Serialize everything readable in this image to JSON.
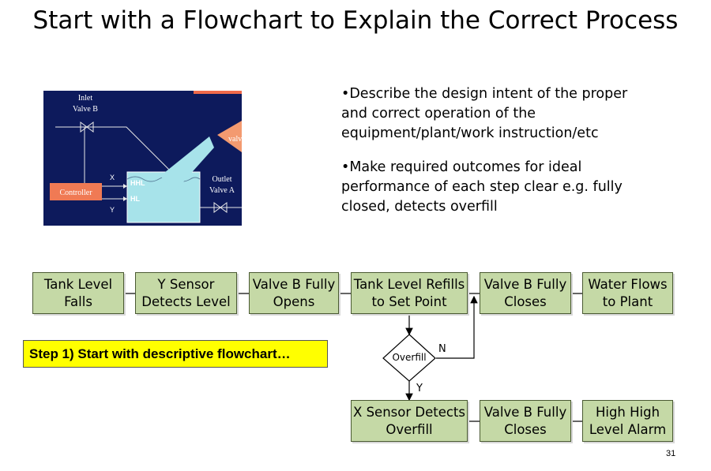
{
  "slide": {
    "title": "Start with a Flowchart to Explain the Correct Process",
    "page_number": "31"
  },
  "bullets": [
    "•Describe the design intent of the proper and correct operation of the equipment/plant/work instruction/etc",
    "•Make required outcomes for ideal performance of each step clear e.g. fully closed, detects overfill"
  ],
  "schematic": {
    "inlet_label_1": "Inlet",
    "inlet_label_2": "Valve B",
    "outlet_label_1": "Outlet",
    "outlet_label_2": "Valve A",
    "controller": "Controller",
    "x_label": "X",
    "y_label": "Y",
    "hhl": "HHL",
    "hl": "HL",
    "callout_fragment": "valv"
  },
  "flow": {
    "tank_level_falls": "Tank Level Falls",
    "y_sensor": "Y Sensor Detects Level",
    "valve_b_opens": "Valve B Fully Opens",
    "tank_refills": "Tank Level Refills to Set Point",
    "valve_b_closes": "Valve B Fully Closes",
    "water_flows": "Water Flows to Plant",
    "overfill": "Overfill",
    "no": "N",
    "yes": "Y",
    "x_sensor": "X Sensor Detects Overfill",
    "valve_b_closes_2": "Valve B Fully Closes",
    "alarm": "High High Level Alarm"
  },
  "callout": {
    "step": "Step 1) Start with descriptive flowchart…"
  },
  "colors": {
    "box_fill": "#c5d9a6",
    "callout_fill": "#ffff00",
    "schematic_bg": "#0d1a5c"
  }
}
